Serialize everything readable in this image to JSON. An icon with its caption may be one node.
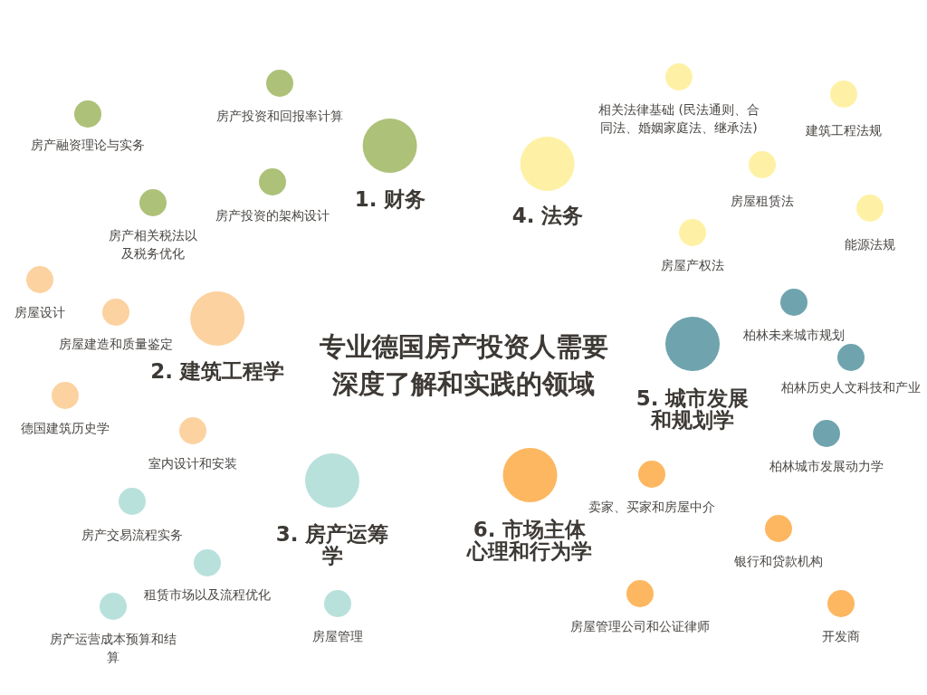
{
  "diagram": {
    "title": "专业德国房产投资人需要深度了解和实践的领域",
    "nodes": [
      {
        "text": [
          "1. 财务"
        ]
      },
      {
        "text": [
          "房产融资理论与实务"
        ]
      },
      {
        "text": [
          "房产投资和回报率计算"
        ]
      },
      {
        "text": [
          "房产投资的架构设计"
        ]
      },
      {
        "text": [
          "房产相关税法以及税务优化"
        ]
      },
      {
        "text": [
          "4. 法务"
        ]
      },
      {
        "text": [
          "相关法律基础 (民法通则、合同法、婚姻家庭法、继承法)"
        ]
      },
      {
        "text": [
          "建筑工程法规"
        ]
      },
      {
        "text": [
          "房屋租赁法"
        ]
      },
      {
        "text": [
          "能源法规"
        ]
      },
      {
        "text": [
          "房屋产权法"
        ]
      },
      {
        "text": [
          "2. 建筑工程学"
        ]
      },
      {
        "text": [
          "房屋设计"
        ]
      },
      {
        "text": [
          "房屋建造和质量鉴定"
        ]
      },
      {
        "text": [
          "德国建筑历史学"
        ]
      },
      {
        "text": [
          "室内设计和安装"
        ]
      },
      {
        "text": [
          "5. 城市发展和规划学"
        ]
      },
      {
        "text": [
          "柏林未来城市规划"
        ]
      },
      {
        "text": [
          "柏林历史人文科技和产业"
        ]
      },
      {
        "text": [
          "柏林城市发展动力学"
        ]
      },
      {
        "text": [
          "3. 房产运筹学"
        ]
      },
      {
        "text": [
          "房产交易流程实务"
        ]
      },
      {
        "text": [
          "租赁市场以及流程优化"
        ]
      },
      {
        "text": [
          "房产运营成本预算和结算"
        ]
      },
      {
        "text": [
          "房屋管理"
        ]
      },
      {
        "text": [
          "6. 市场主体心理和行为学"
        ]
      },
      {
        "text": [
          "卖家、买家和房屋中介"
        ]
      },
      {
        "text": [
          "银行和贷款机构"
        ]
      },
      {
        "text": [
          "房屋管理公司和公证律师"
        ]
      },
      {
        "text": [
          "开发商"
        ]
      }
    ]
  }
}
